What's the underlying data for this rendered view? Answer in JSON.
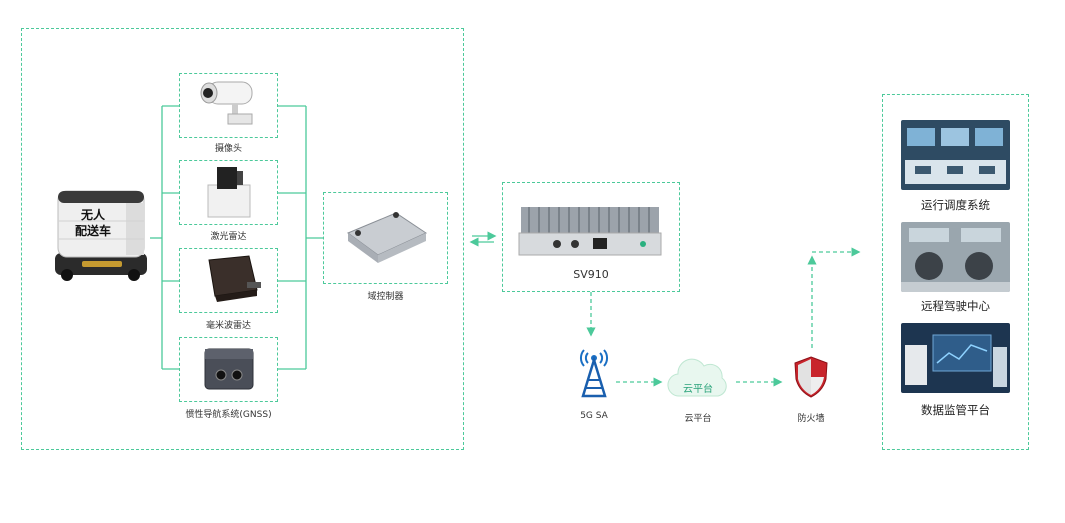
{
  "vehicle": {
    "line1": "无人",
    "line2": "配送车"
  },
  "sensors": [
    {
      "label": "摄像头",
      "icon": "camera-icon"
    },
    {
      "label": "激光雷达",
      "icon": "lidar-icon"
    },
    {
      "label": "毫米波雷达",
      "icon": "mmwave-radar-icon"
    },
    {
      "label": "惯性导航系统(GNSS)",
      "icon": "ins-gnss-icon"
    }
  ],
  "domain_controller": {
    "label": "域控制器"
  },
  "router": {
    "label": "SV910"
  },
  "network": [
    {
      "label": "5G SA",
      "icon": "antenna-tower-icon"
    },
    {
      "label": "云平台",
      "inner": "云平台",
      "icon": "cloud-icon"
    },
    {
      "label": "防火墙",
      "icon": "shield-icon"
    }
  ],
  "platforms": [
    {
      "label": "运行调度系统"
    },
    {
      "label": "远程驾驶中心"
    },
    {
      "label": "数据监管平台"
    }
  ],
  "colors": {
    "accent": "#4cc99a",
    "shield_red": "#c8242b"
  }
}
